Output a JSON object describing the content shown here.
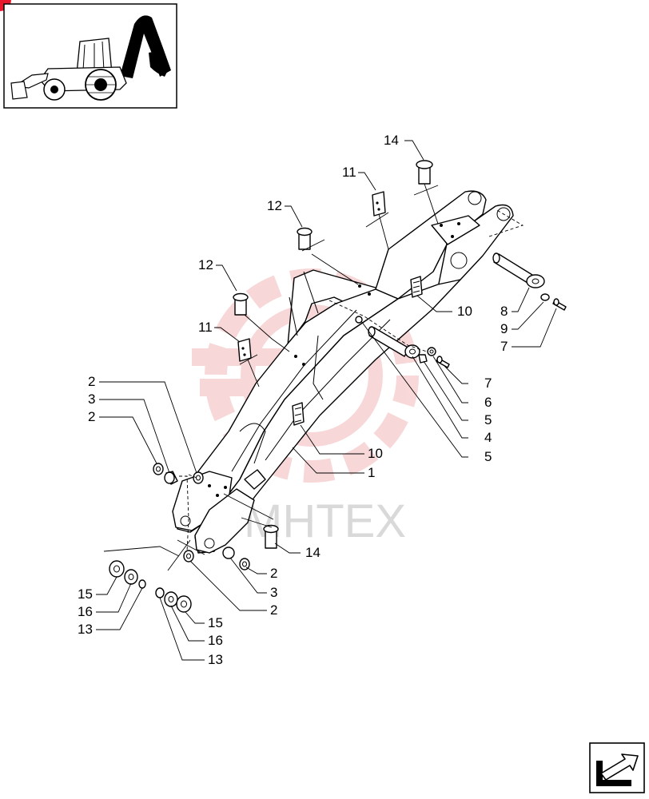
{
  "watermark": {
    "text": "MHTEX",
    "color": "#d9d9d9",
    "logo_color": "#f2b8b8"
  },
  "accent_color": "#e8192c",
  "thumbnail": {
    "icon": "backhoe-loader-icon"
  },
  "nav": {
    "icon": "next-page-arrow-icon"
  },
  "callouts": [
    {
      "id": "c14a",
      "label": "14"
    },
    {
      "id": "c11a",
      "label": "11"
    },
    {
      "id": "c12a",
      "label": "12"
    },
    {
      "id": "c12b",
      "label": "12"
    },
    {
      "id": "c11b",
      "label": "11"
    },
    {
      "id": "c10a",
      "label": "10"
    },
    {
      "id": "c8",
      "label": "8"
    },
    {
      "id": "c9",
      "label": "9"
    },
    {
      "id": "c7a",
      "label": "7"
    },
    {
      "id": "c7b",
      "label": "7"
    },
    {
      "id": "c6",
      "label": "6"
    },
    {
      "id": "c5a",
      "label": "5"
    },
    {
      "id": "c4",
      "label": "4"
    },
    {
      "id": "c5b",
      "label": "5"
    },
    {
      "id": "c10b",
      "label": "10"
    },
    {
      "id": "c1",
      "label": "1"
    },
    {
      "id": "c2a",
      "label": "2"
    },
    {
      "id": "c3a",
      "label": "3"
    },
    {
      "id": "c2b",
      "label": "2"
    },
    {
      "id": "c14b",
      "label": "14"
    },
    {
      "id": "c2c",
      "label": "2"
    },
    {
      "id": "c3b",
      "label": "3"
    },
    {
      "id": "c2d",
      "label": "2"
    },
    {
      "id": "c15a",
      "label": "15"
    },
    {
      "id": "c16a",
      "label": "16"
    },
    {
      "id": "c13a",
      "label": "13"
    },
    {
      "id": "c15b",
      "label": "15"
    },
    {
      "id": "c16b",
      "label": "16"
    },
    {
      "id": "c13b",
      "label": "13"
    }
  ]
}
